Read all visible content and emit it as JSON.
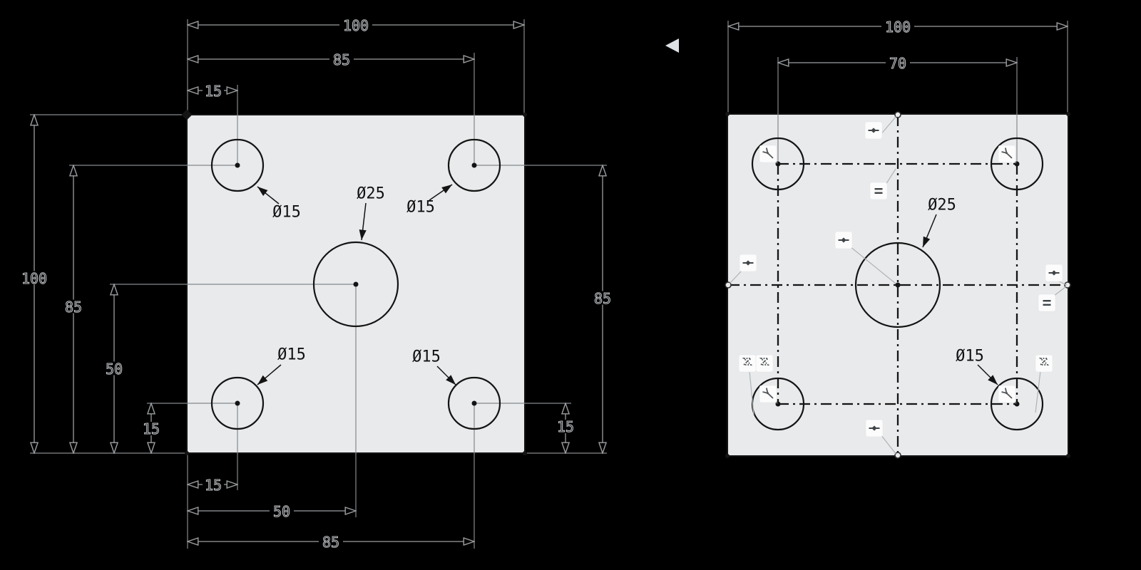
{
  "colors": {
    "background": "#000000",
    "plate_fill": "#e8eaec",
    "sketch_line": "#141414",
    "dimension_line": "#9b9ea1",
    "dimension_text_outline": "#c6c9cc",
    "badge_fill": "#fcfcfc",
    "badge_glyph": "#3f4447",
    "nav_arrow": "#dfe2e5"
  },
  "nav": {
    "left_arrow_icon": "left-arrow"
  },
  "left_view": {
    "description": "dimensioned plate sketch",
    "dims": {
      "top_100": "100",
      "top_85": "85",
      "top_15": "15",
      "left_100": "100",
      "left_85": "85",
      "left_50": "50",
      "left_15": "15",
      "bottom_15": "15",
      "bottom_50": "50",
      "bottom_85": "85",
      "right_85": "85",
      "right_15": "15"
    },
    "hole_labels": {
      "top_left": "Ø15",
      "top_right": "Ø15",
      "bottom_left": "Ø15",
      "bottom_right": "Ø15",
      "center": "Ø25"
    }
  },
  "right_view": {
    "description": "constrained plate sketch",
    "dims": {
      "top_100": "100",
      "top_70": "70"
    },
    "hole_labels": {
      "center": "Ø25",
      "bottom_right": "Ø15"
    },
    "constraint_icons": [
      "midpoint-icon",
      "equal-icon",
      "coincident-icon",
      "symmetric-icon"
    ]
  }
}
